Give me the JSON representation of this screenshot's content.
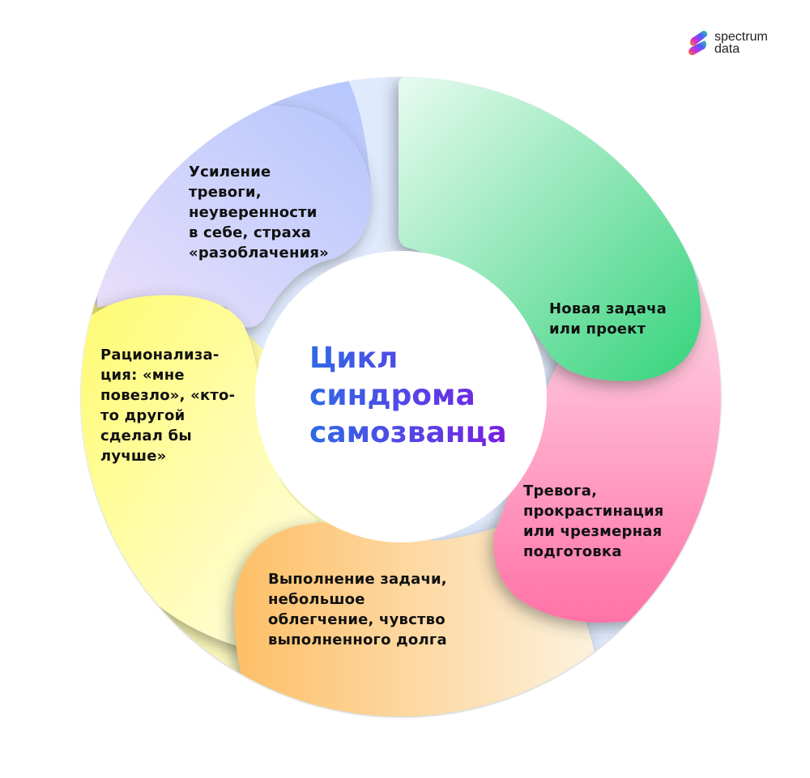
{
  "logo": {
    "text": "spectrum\ndata",
    "colors": [
      "#3b5bff",
      "#c02cf0",
      "#ff2e6e",
      "#ff8a00"
    ]
  },
  "diagram": {
    "title": "Цикл\nсиндрома\nсамозванца",
    "title_colors": [
      "#2f6ae6",
      "#7a1de0"
    ],
    "steps": [
      {
        "id": 1,
        "text": "Новая задача\nили проект",
        "colors": [
          "#e6fbef",
          "#3ad680"
        ]
      },
      {
        "id": 2,
        "text": "Тревога,\nпрокрастинация\nили чрезмерная\nподготовка",
        "colors": [
          "#ffd6e6",
          "#ff78a8"
        ]
      },
      {
        "id": 3,
        "text": "Выполнение задачи,\nнебольшое\nоблегчение, чувство\nвыполненного долга",
        "colors": [
          "#fdc16a",
          "#fdf0d8"
        ]
      },
      {
        "id": 4,
        "text": "Рационализа-\nция: «мне\nповезло», «кто-\nто другой\nсделал бы\nлучше»",
        "colors": [
          "#fffb7a",
          "#fffde0"
        ]
      },
      {
        "id": 5,
        "text": "Усиление\nтревоги,\nнеуверенности\nв себе, страха\n«разоблачения»",
        "colors": [
          "#e6dcfb",
          "#b9c8fd"
        ]
      }
    ],
    "ring_top_color": "#dfeafd"
  }
}
